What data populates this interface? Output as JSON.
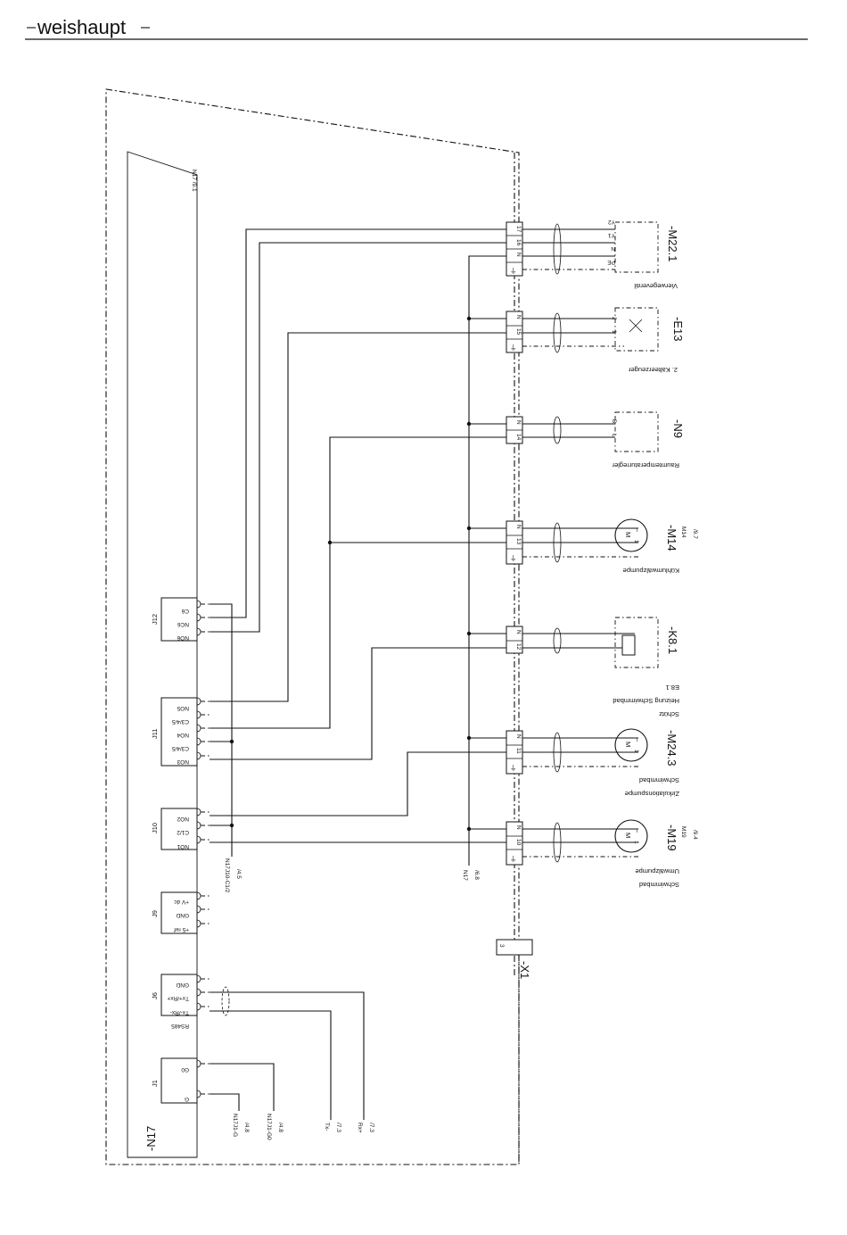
{
  "header": {
    "brand": "weishaupt"
  },
  "controller": {
    "id": "-N17",
    "ref": "N17 /9.1",
    "connectors": [
      {
        "name": "J12",
        "pins": [
          "C6",
          "NC6",
          "NO6"
        ]
      },
      {
        "name": "J11",
        "pins": [
          "NO5",
          "C3/4/5",
          "NO4",
          "C3/4/5",
          "NO3"
        ]
      },
      {
        "name": "J10",
        "pins": [
          "NO2",
          "C1/2",
          "NO1"
        ]
      },
      {
        "name": "J9",
        "pins": [
          "+V dc",
          "GND",
          "+5 ref"
        ]
      },
      {
        "name": "J6",
        "pins": [
          "GND",
          "Tx+/Rx+",
          "Tx-/Rx-"
        ],
        "label": "RS485"
      },
      {
        "name": "J1",
        "pins": [
          "G0",
          "G"
        ]
      }
    ]
  },
  "cross_refs": [
    {
      "id": "ref_c12",
      "label": "N17J10-C1/2",
      "page": "/4.5"
    },
    {
      "id": "ref_n17",
      "label": "N17",
      "page": "/6.8"
    },
    {
      "id": "ref_g",
      "label": "N17J1-G",
      "page": "/4.8"
    },
    {
      "id": "ref_g0",
      "label": "N17J1-G0",
      "page": "/4.8"
    },
    {
      "id": "ref_tx",
      "label": "Tx-",
      "page": "/7.3"
    },
    {
      "id": "ref_rx",
      "label": "Rx+",
      "page": "/7.3"
    }
  ],
  "terminal_strip": {
    "id": "-X1",
    "block": "3",
    "terminals": [
      "17",
      "16",
      "N",
      "N",
      "15",
      "N",
      "14",
      "N",
      "13",
      "N",
      "12",
      "N",
      "11",
      "N",
      "10"
    ]
  },
  "devices": [
    {
      "id": "-M22.1",
      "desc": "Vierwegeventil",
      "pins": [
        "Y2",
        "Y1",
        "N",
        "PE"
      ]
    },
    {
      "id": "-E13",
      "desc": "2. Kälteerzeuger",
      "pins": [
        "2",
        "1"
      ]
    },
    {
      "id": "-N9",
      "desc": "Raumtemperaturregler",
      "pins": [
        "B",
        "L"
      ]
    },
    {
      "id": "-M14",
      "desc": "Kühlumwälzpumpe",
      "ref": "M14",
      "ref_page": "/9.7",
      "motor": "M",
      "phase": "1",
      "tilde": "~"
    },
    {
      "id": "-K8.1",
      "desc_lines": [
        "Schütz",
        "Heizung Schwimmbad",
        "E8.1"
      ]
    },
    {
      "id": "-M24.3",
      "desc_lines": [
        "Schwimmbad",
        "Zirkulationspumpe"
      ],
      "motor": "M",
      "phase": "1",
      "tilde": "~"
    },
    {
      "id": "-M19",
      "desc_lines": [
        "Umwälzpumpe",
        "Schwimmbad"
      ],
      "ref": "M19",
      "ref_page": "/9.4",
      "motor": "M",
      "phase": "1",
      "tilde": "~"
    }
  ]
}
